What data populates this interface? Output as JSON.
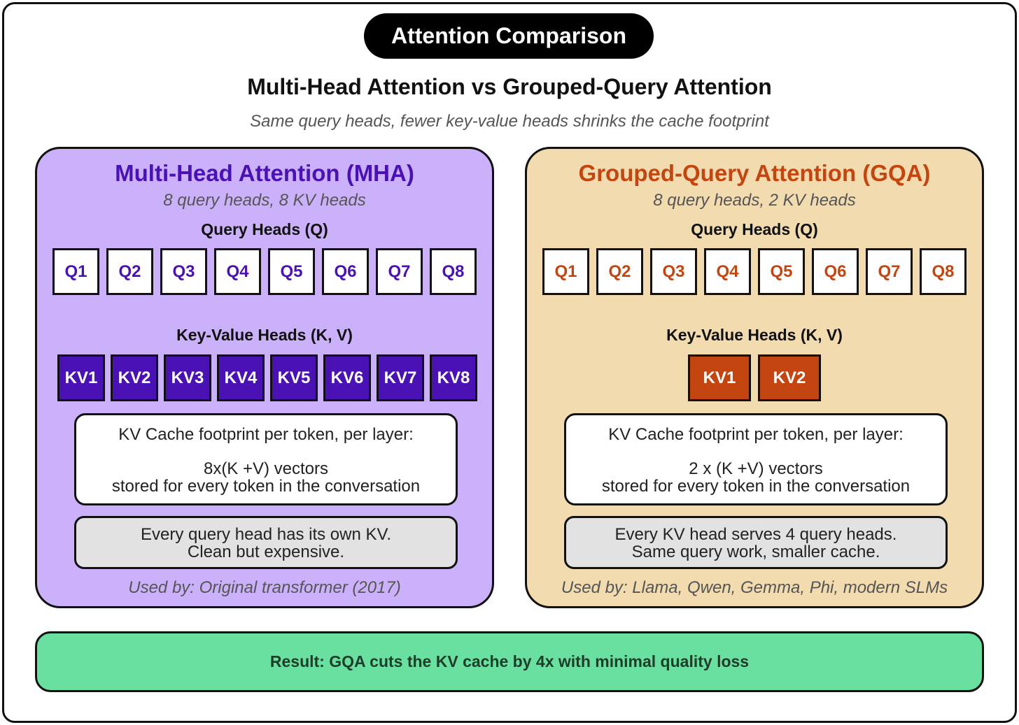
{
  "header": {
    "badge": "Attention Comparison",
    "title": "Multi-Head Attention vs Grouped-Query Attention",
    "subtitle": "Same query heads, fewer key-value heads shrinks the cache footprint"
  },
  "mha": {
    "title": "Multi-Head Attention (MHA)",
    "subtitle": "8 query heads, 8 KV heads",
    "query_label": "Query Heads (Q)",
    "query_heads": [
      "Q1",
      "Q2",
      "Q3",
      "Q4",
      "Q5",
      "Q6",
      "Q7",
      "Q8"
    ],
    "kv_label": "Key-Value Heads (K, V)",
    "kv_heads": [
      "KV1",
      "KV2",
      "KV3",
      "KV4",
      "KV5",
      "KV6",
      "KV7",
      "KV8"
    ],
    "cache_line1": "KV Cache footprint per token, per layer:",
    "cache_line2": "8x(K +V) vectors",
    "cache_line3": "stored for every token in the conversation",
    "note_line1": "Every query head has its own KV.",
    "note_line2": "Clean but expensive.",
    "used_by": "Used by: Original transformer (2017)",
    "accent_color": "#4a11b5",
    "panel_color": "#cbb1fa"
  },
  "gqa": {
    "title": "Grouped-Query Attention (GQA)",
    "subtitle": "8 query heads, 2 KV heads",
    "query_label": "Query Heads (Q)",
    "query_heads": [
      "Q1",
      "Q2",
      "Q3",
      "Q4",
      "Q5",
      "Q6",
      "Q7",
      "Q8"
    ],
    "kv_label": "Key-Value Heads (K, V)",
    "kv_heads": [
      "KV1",
      "KV2"
    ],
    "cache_line1": "KV Cache footprint per token, per layer:",
    "cache_line2": "2 x (K +V) vectors",
    "cache_line3": "stored for every token in the conversation",
    "note_line1": "Every KV head serves 4 query heads.",
    "note_line2": "Same query work, smaller cache.",
    "used_by": "Used by: Llama, Qwen, Gemma, Phi, modern SLMs",
    "accent_color": "#c4450f",
    "panel_color": "#f1dbaf"
  },
  "result": {
    "text": "Result: GQA cuts the KV cache by 4x with minimal quality loss",
    "color": "#6ae0a0"
  }
}
